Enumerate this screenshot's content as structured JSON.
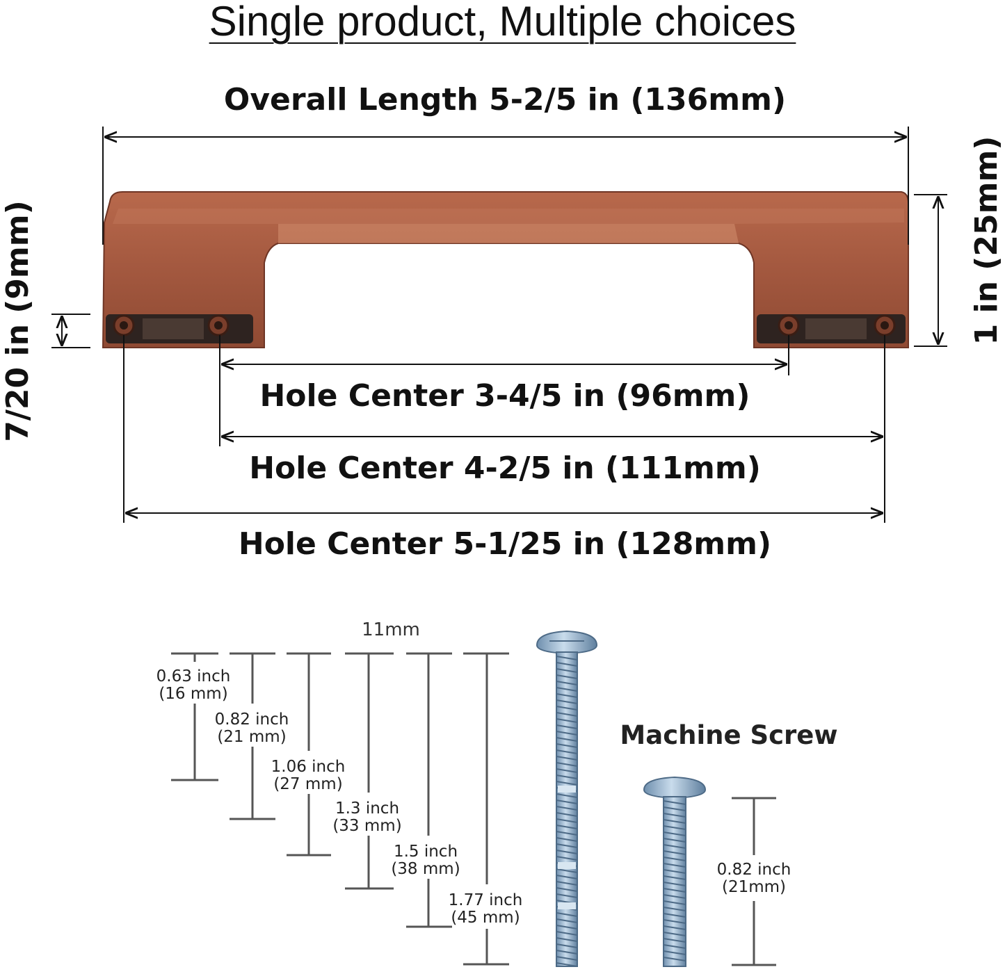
{
  "title": "Single product, Multiple choices",
  "handle": {
    "overall_length": "Overall Length 5-2/5 in (136mm)",
    "height": "1 in (25mm)",
    "base_depth": "7/20 in (9mm)",
    "hole_center_96": "Hole Center 3-4/5 in (96mm)",
    "hole_center_111": "Hole Center 4-2/5 in (111mm)",
    "hole_center_128": "Hole Center 5-1/25 in (128mm)",
    "color": "#a3583f"
  },
  "screws": {
    "head_width": "11mm",
    "label": "Machine Screw",
    "sizes": [
      {
        "inch": "0.63 inch",
        "mm": "(16 mm)"
      },
      {
        "inch": "0.82 inch",
        "mm": "(21 mm)"
      },
      {
        "inch": "1.06 inch",
        "mm": "(27 mm)"
      },
      {
        "inch": "1.3 inch",
        "mm": "(33 mm)"
      },
      {
        "inch": "1.5 inch",
        "mm": "(38 mm)"
      },
      {
        "inch": "1.77 inch",
        "mm": "(45 mm)"
      }
    ],
    "short_screw": {
      "inch": "0.82 inch",
      "mm": "(21mm)"
    },
    "color": "#8fb0cc"
  }
}
